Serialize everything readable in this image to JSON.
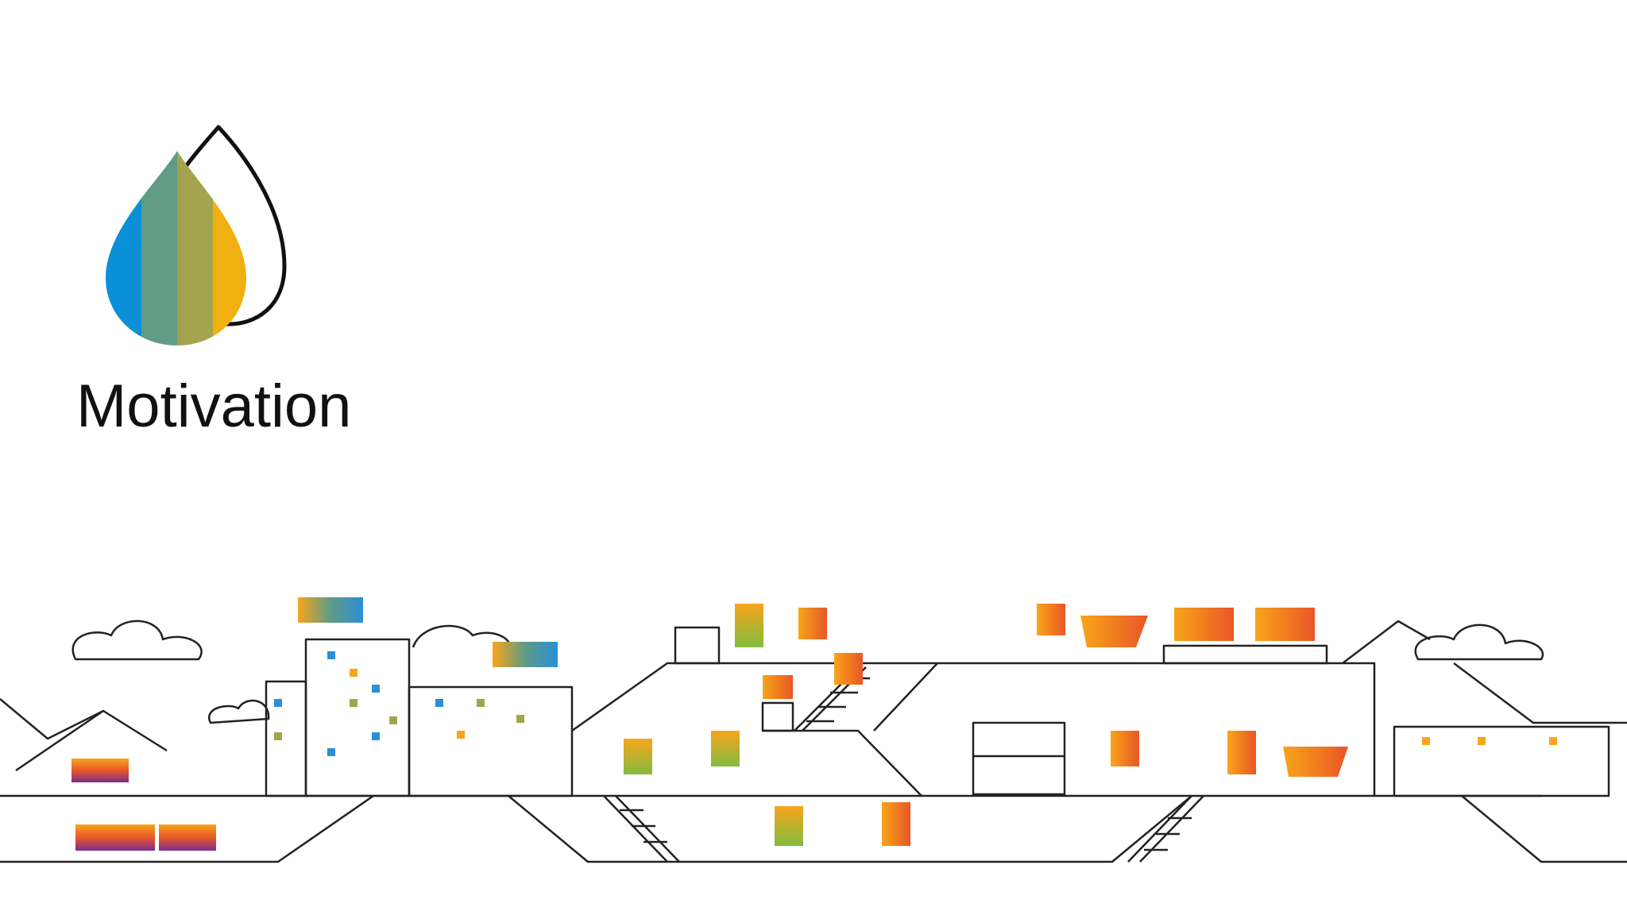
{
  "slide": {
    "title": "Motivation"
  },
  "logo": {
    "icon": "paint-drop-logo",
    "stripe_colors": [
      "#0a90d6",
      "#5f9b85",
      "#a3a44d",
      "#efb010"
    ],
    "outline_color": "#111111"
  },
  "illustration": {
    "icon": "city-commerce-line-illustration",
    "line_color": "#222222",
    "accent_colors": [
      "#f8a51c",
      "#f07e1e",
      "#e8562a",
      "#82bb3f",
      "#2a8fd6",
      "#5f9b85",
      "#a3a44d",
      "#b0338c",
      "#7b2d8e"
    ]
  }
}
